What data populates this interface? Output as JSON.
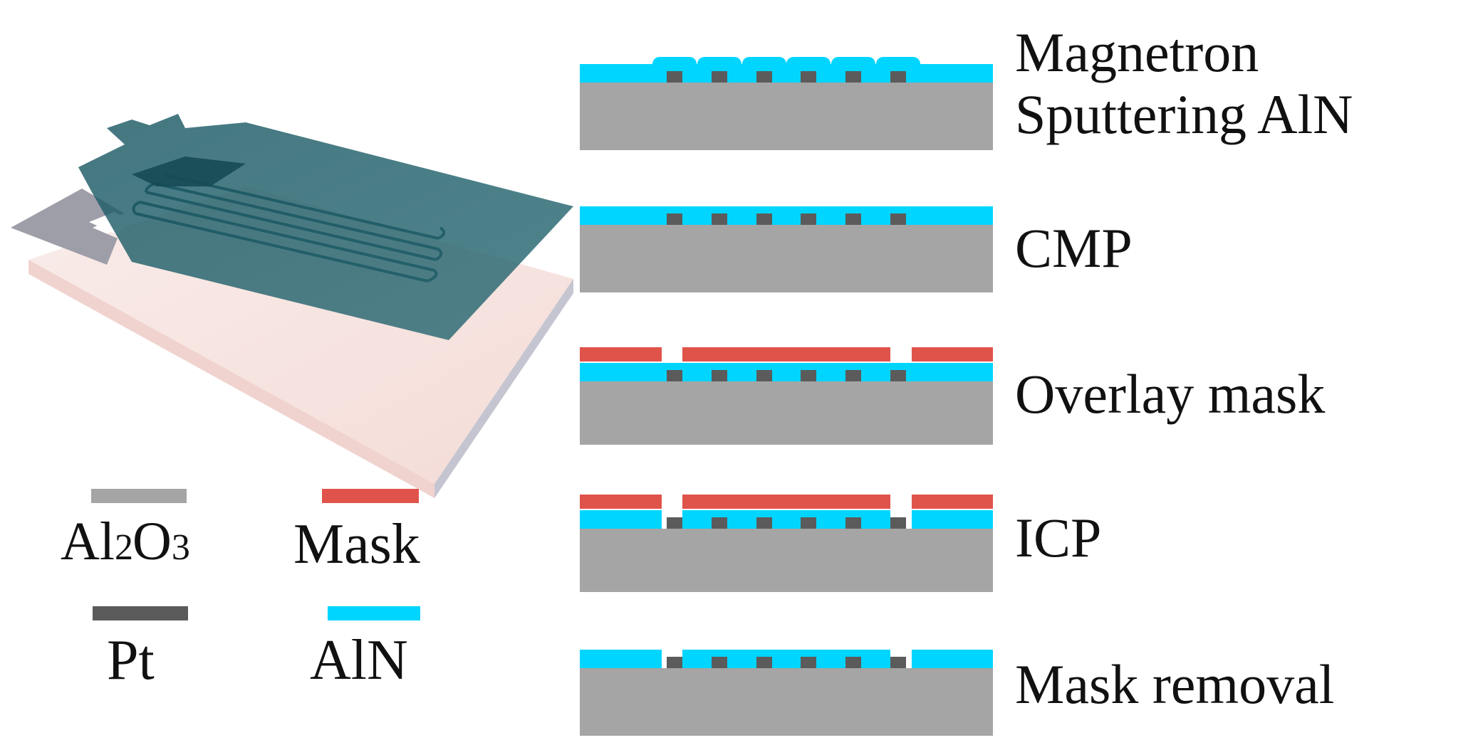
{
  "colors": {
    "al2o3": "#a5a5a5",
    "pt": "#5b5b5b",
    "mask": "#e0534b",
    "aln": "#00d5ff",
    "plate_top": "#f7e2dd",
    "plate_front": "#f2d6d2",
    "plate_side": "#c7c8d3",
    "top_film": "#1e5f6a",
    "electrode": "#9c9ca8"
  },
  "steps": [
    {
      "label_lines": [
        "Magnetron",
        "Sputtering AlN"
      ],
      "stage": "sputter"
    },
    {
      "label_lines": [
        "CMP"
      ],
      "stage": "cmp"
    },
    {
      "label_lines": [
        "Overlay mask"
      ],
      "stage": "mask"
    },
    {
      "label_lines": [
        "ICP"
      ],
      "stage": "icp"
    },
    {
      "label_lines": [
        "Mask removal"
      ],
      "stage": "removal"
    }
  ],
  "legend": {
    "al2o3": {
      "base": "Al",
      "sub1": "2",
      "mid": "O",
      "sub2": "3",
      "icon": "gray-swatch"
    },
    "mask": {
      "label": "Mask",
      "icon": "red-swatch"
    },
    "pt": {
      "label": "Pt",
      "icon": "dark-gray-swatch"
    },
    "aln": {
      "label": "AlN",
      "icon": "cyan-swatch"
    }
  }
}
